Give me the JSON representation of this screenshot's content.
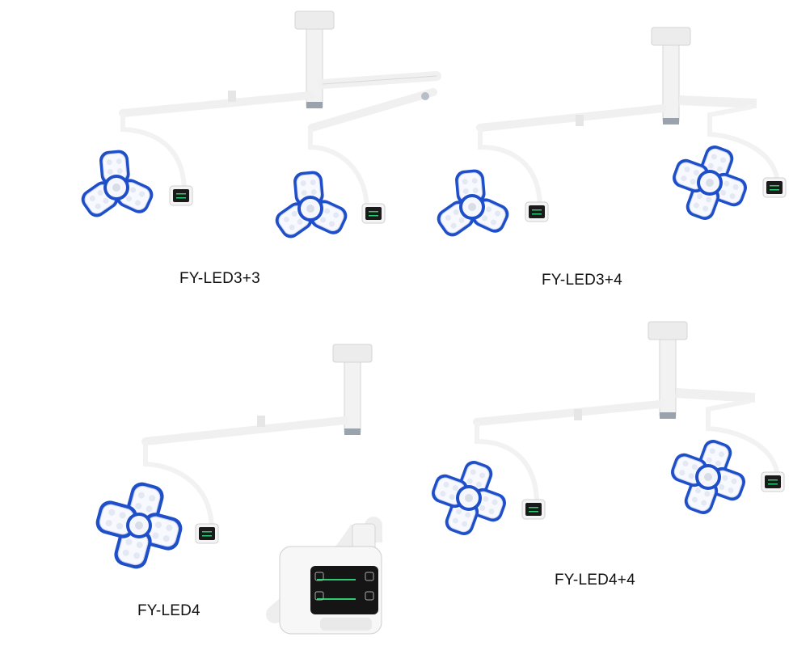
{
  "captions": {
    "led3_3": "FY-LED3+3",
    "led3_4": "FY-LED3+4",
    "led4": "FY-LED4",
    "led4_4": "FY-LED4+4"
  },
  "colors": {
    "background": "#ffffff",
    "reflector_blue": "#1f4fc8",
    "arm_white": "#f2f2f2",
    "panel_black": "#1a1a1a",
    "indicator_green": "#2ecc71"
  }
}
